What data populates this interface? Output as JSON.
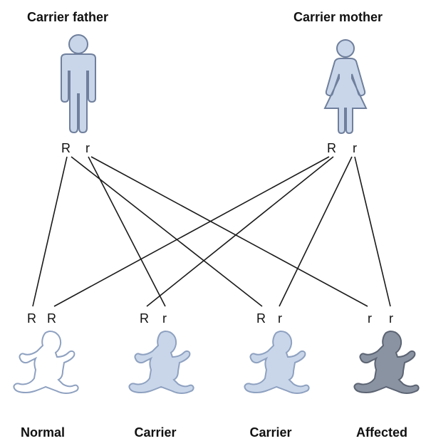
{
  "parents": {
    "father": {
      "title": "Carrier father",
      "allele1": "R",
      "allele2": "r"
    },
    "mother": {
      "title": "Carrier mother",
      "allele1": "R",
      "allele2": "r"
    }
  },
  "children": [
    {
      "label": "Normal",
      "allele1": "R",
      "allele2": "R",
      "status": "normal"
    },
    {
      "label": "Carrier",
      "allele1": "R",
      "allele2": "r",
      "status": "carrier"
    },
    {
      "label": "Carrier",
      "allele1": "R",
      "allele2": "r",
      "status": "carrier"
    },
    {
      "label": "Affected",
      "allele1": "r",
      "allele2": "r",
      "status": "affected"
    }
  ],
  "colors": {
    "figure_fill": "#c9d6ea",
    "figure_stroke": "#6f7f9c",
    "affected_fill": "#8a93a2",
    "affected_stroke": "#5c6473",
    "normal_baby_fill": "#ffffff",
    "line": "#1a1a1a"
  }
}
